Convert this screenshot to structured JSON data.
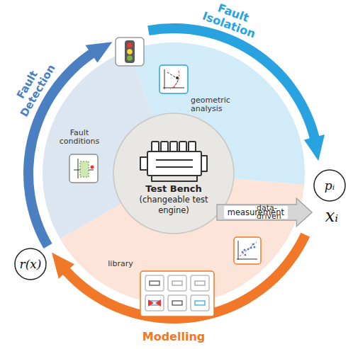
{
  "diagram": {
    "nodes": [
      {
        "text": [
          "Test Bench",
          "(changeable test engine)"
        ]
      },
      {
        "text": [
          "measurement"
        ]
      },
      {
        "text": [
          "pᵢ"
        ]
      },
      {
        "text": [
          "r(x)"
        ]
      }
    ],
    "labels": [
      "Fault Detection",
      "Fault Isolation",
      "Modelling",
      "Fault conditions",
      "geometric analysis",
      "data-driven",
      "library",
      "xᵢ"
    ]
  }
}
